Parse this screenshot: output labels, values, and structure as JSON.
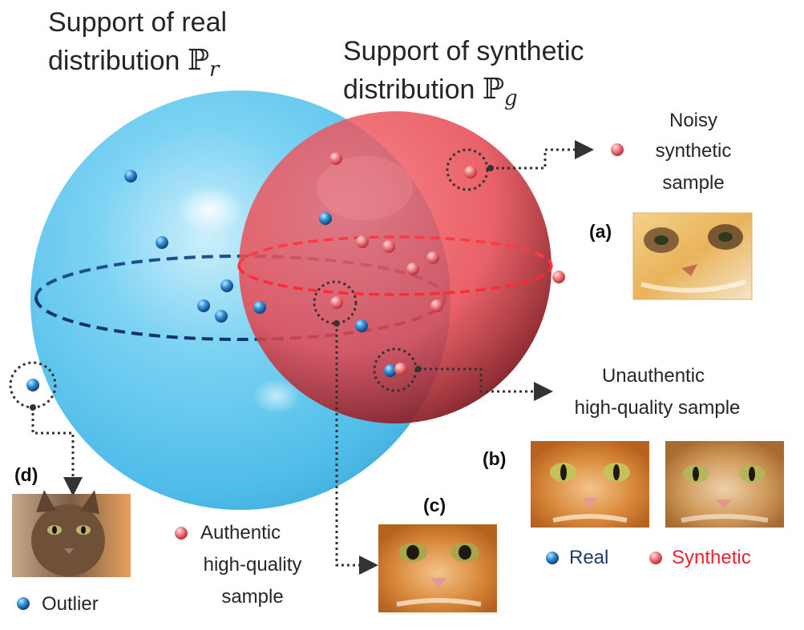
{
  "title_real": {
    "line1": "Support of real",
    "line2": "distribution",
    "symbol": "ℙ",
    "sub": "r"
  },
  "title_synth": {
    "line1": "Support of synthetic",
    "line2": "distribution",
    "symbol": "ℙ",
    "sub": "g"
  },
  "annotations": {
    "a": {
      "tag": "(a)",
      "lines": [
        "Noisy",
        "synthetic",
        "sample"
      ]
    },
    "b": {
      "tag": "(b)",
      "lines": [
        "Unauthentic",
        "high-quality sample"
      ]
    },
    "c": {
      "tag": "(c)",
      "lines": [
        "Authentic",
        "high-quality",
        "sample"
      ]
    },
    "d": {
      "tag": "(d)",
      "lines": [
        "Outlier"
      ]
    }
  },
  "legend": {
    "real": "Real",
    "synthetic": "Synthetic"
  },
  "colors": {
    "real_sphere": "#5fc6ee",
    "synthetic_sphere": "#e8444e",
    "real_text": "#1f3a6e",
    "synthetic_text": "#e8222c",
    "real_point": "#2a7fc4",
    "synthetic_point": "#ee6e74"
  },
  "icons": [
    "cat-face-photo",
    "noisy-synthetic-cat",
    "outlier-cat-photo"
  ]
}
